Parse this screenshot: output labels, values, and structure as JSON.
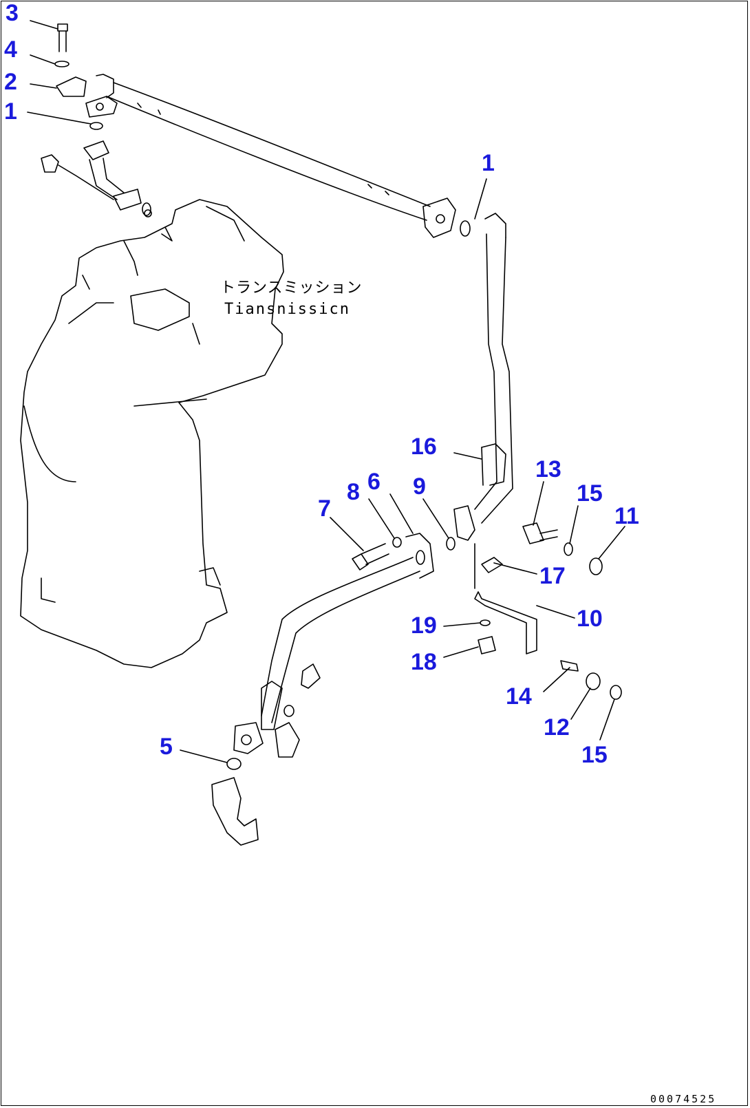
{
  "colors": {
    "callout": "#1a1adc",
    "line": "#000000"
  },
  "callouts": [
    "3",
    "4",
    "2",
    "1",
    "1",
    "16",
    "13",
    "15",
    "11",
    "8",
    "6",
    "9",
    "7",
    "17",
    "10",
    "19",
    "18",
    "14",
    "12",
    "15",
    "5"
  ],
  "caption": {
    "jp": "トランスミッション",
    "en": "Tiansnissicn"
  },
  "doc_number": "00074525"
}
